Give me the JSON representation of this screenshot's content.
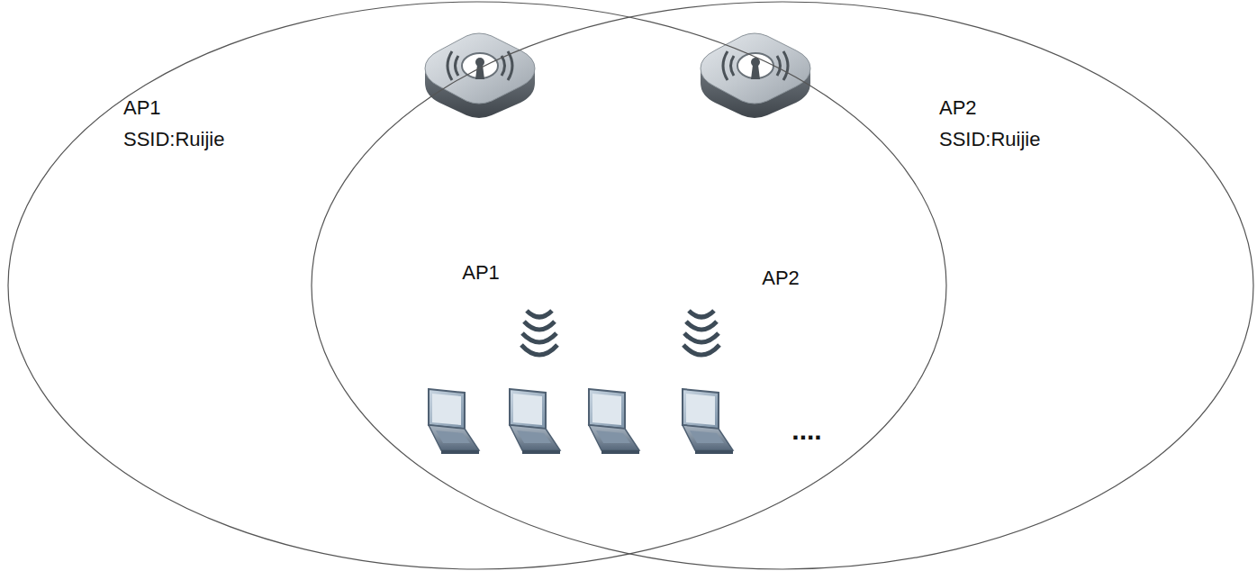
{
  "diagram": {
    "nodes": [
      {
        "text": [
          "AP1",
          "SSID:Ruijie"
        ]
      },
      {
        "text": [
          "AP2",
          "SSID:Ruijie"
        ]
      }
    ],
    "labels": [
      "AP1",
      "AP2",
      "...."
    ]
  }
}
